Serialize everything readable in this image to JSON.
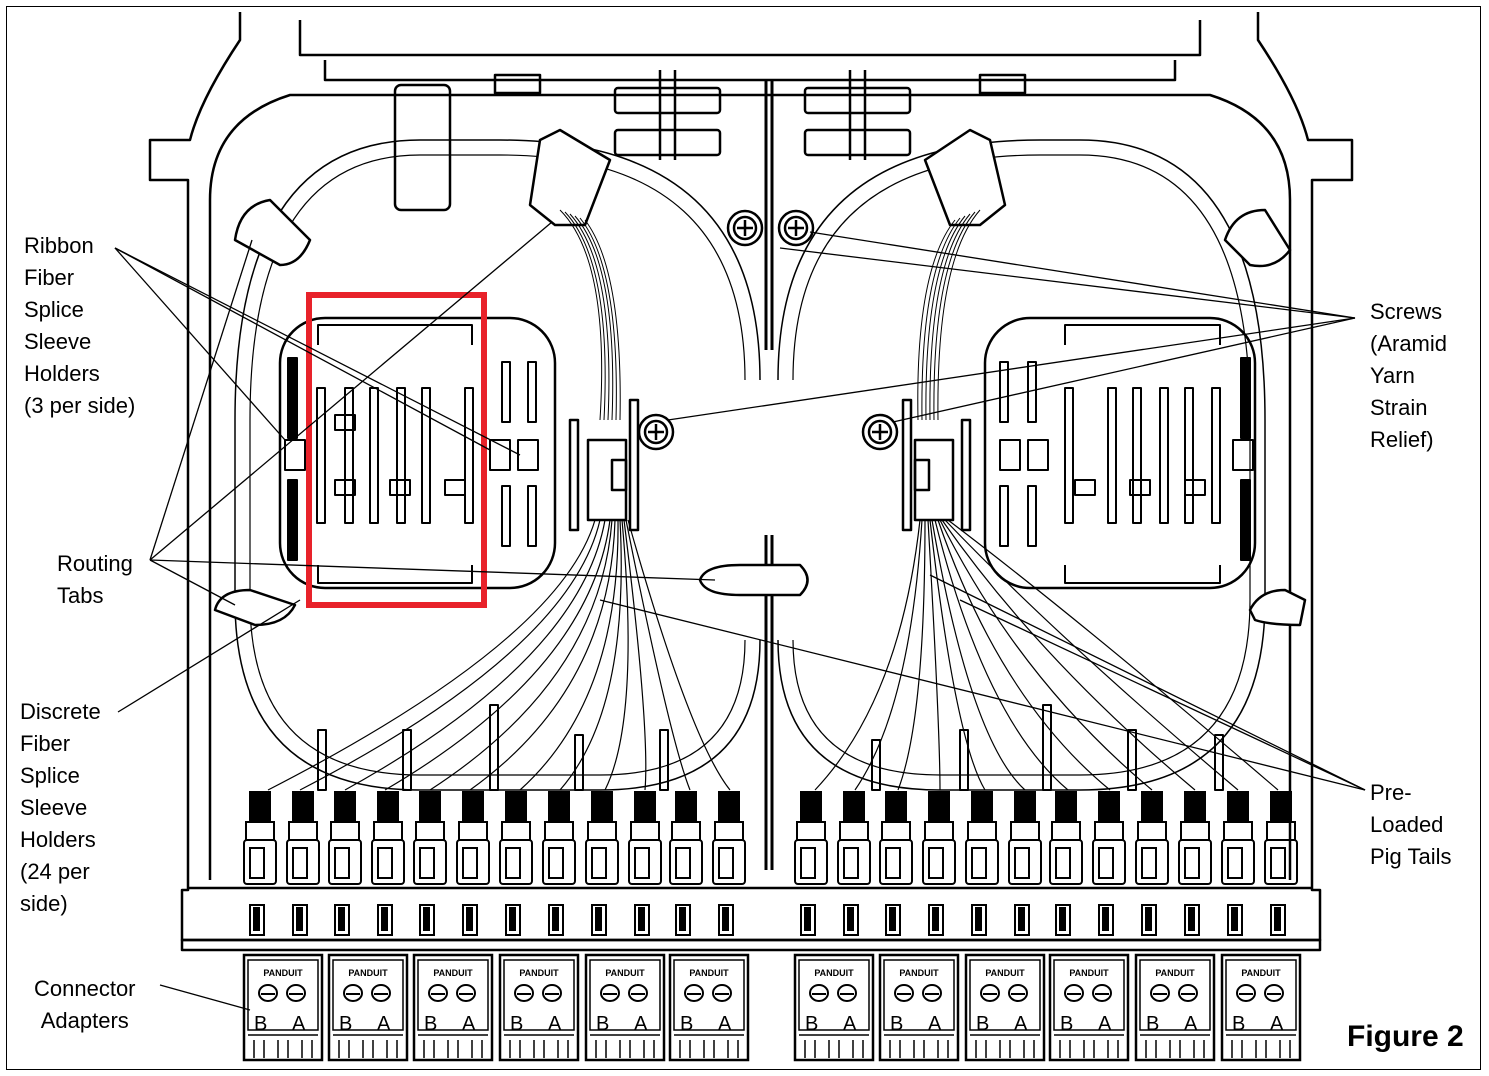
{
  "labels": {
    "ribbon": "Ribbon\nFiber\nSplice\nSleeve\nHolders\n(3 per side)",
    "routing": "Routing\nTabs",
    "discrete": "Discrete\nFiber\nSplice\nSleeve\nHolders\n(24 per\nside)",
    "connector": "Connector\nAdapters",
    "screws": "Screws\n(Aramid\nYarn\nStrain\nRelief)",
    "pigtails": "Pre-\nLoaded\nPig Tails"
  },
  "figure_label": "Figure 2",
  "adapter_brand": "PANDUIT",
  "adapter_ports": [
    "B",
    "A"
  ],
  "adapter_count": 12,
  "highlight_color": "#e8222a"
}
